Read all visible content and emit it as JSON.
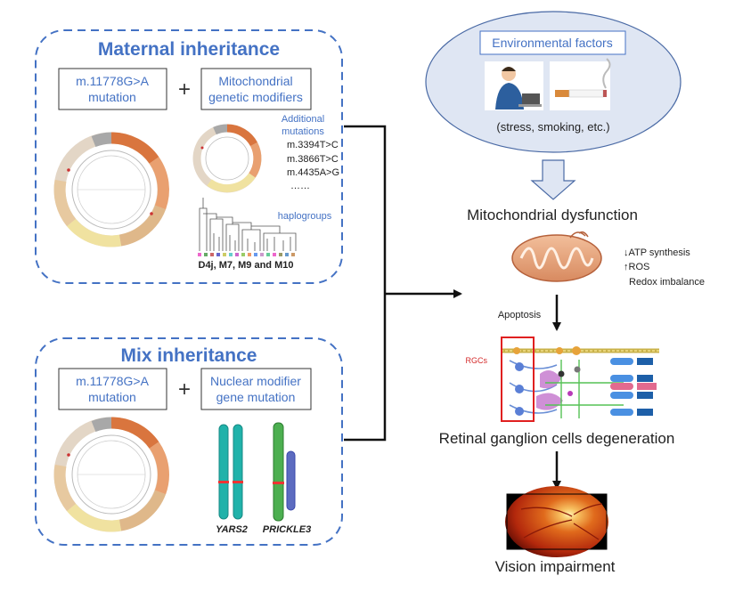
{
  "maternal": {
    "title": "Maternal inheritance",
    "box1": [
      "m.11778G>A",
      "mutation"
    ],
    "plus": "+",
    "box2": [
      "Mitochondrial",
      "genetic modifiers"
    ],
    "additional_label": [
      "Additional",
      "mutations"
    ],
    "mutations": [
      "m.3394T>C",
      "m.3866T>C",
      "m.4435A>G",
      "……"
    ],
    "haplogroups_label": "haplogroups",
    "haplogroups_list": "D4j, M7, M9 and M10"
  },
  "mix": {
    "title": "Mix inheritance",
    "box1": [
      "m.11778G>A",
      "mutation"
    ],
    "plus": "+",
    "box2": [
      "Nuclear modifier",
      "gene mutation"
    ],
    "gene1": "YARS2",
    "gene2": "PRICKLE3"
  },
  "environment": {
    "title": "Environmental factors",
    "caption": "(stress, smoking, etc.)"
  },
  "pathway": {
    "mito_dysfunction": "Mitochondrial dysfunction",
    "effects": [
      "ATP synthesis",
      "ROS",
      "Redox imbalance"
    ],
    "apoptosis": "Apoptosis",
    "rgcs": "RGCs",
    "degeneration": "Retinal ganglion cells degeneration",
    "outcome": "Vision impairment"
  },
  "colors": {
    "accent_blue": "#4472c4",
    "ellipse_fill": "#dfe6f3",
    "mito_fill": "#e9a882",
    "rgc_box": "#e02020"
  }
}
